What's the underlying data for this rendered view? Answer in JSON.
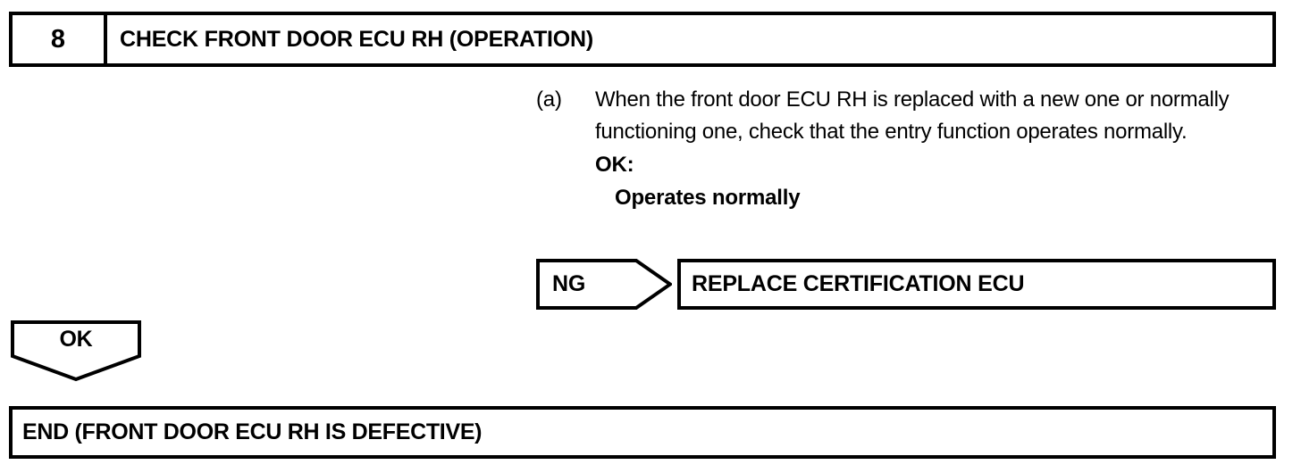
{
  "step": {
    "number": "8",
    "title": "CHECK FRONT DOOR ECU RH (OPERATION)"
  },
  "procedure": {
    "marker": "(a)",
    "text": "When the front door ECU RH is replaced with a new one or normally functioning one, check that the entry function operates normally.",
    "ok_label": "OK:",
    "ok_value": "Operates normally"
  },
  "branches": {
    "ng": {
      "label": "NG",
      "result": "REPLACE CERTIFICATION ECU"
    },
    "ok": {
      "label": "OK"
    }
  },
  "end": {
    "label": "END (FRONT DOOR ECU RH IS DEFECTIVE)"
  },
  "colors": {
    "ink": "#000000",
    "paper": "#ffffff"
  }
}
